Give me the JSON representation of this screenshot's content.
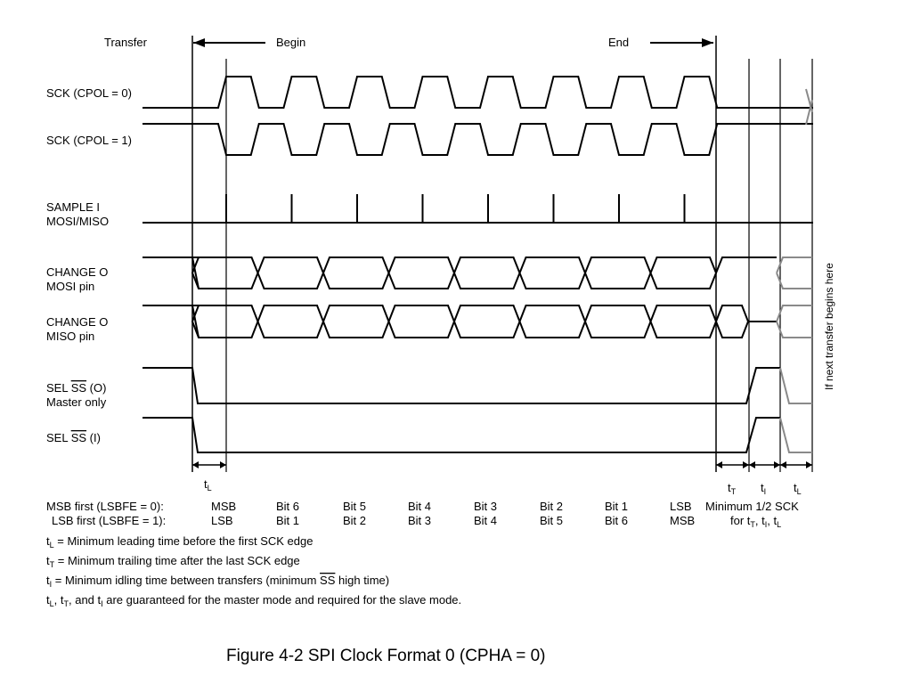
{
  "labels": {
    "transfer": "Transfer",
    "begin": "Begin",
    "end": "End",
    "sck_cpol0": "SCK (CPOL = 0)",
    "sck_cpol1": "SCK (CPOL = 1)",
    "sample_l1": "SAMPLE I",
    "sample_l2": "MOSI/MISO",
    "mosi_l1": "CHANGE O",
    "mosi_l2": "MOSI pin",
    "miso_l1": "CHANGE O",
    "miso_l2": "MISO pin",
    "selo_pre": "SEL ",
    "selo_ss": "SS",
    "selo_post": " (O)",
    "selo_l2": "Master only",
    "seli_pre": "SEL ",
    "seli_ss": "SS",
    "seli_post": " (I)",
    "next_transfer": "If next transfer begins here"
  },
  "timing": {
    "tL": {
      "sym": "t",
      "sub": "L"
    },
    "tT": {
      "sym": "t",
      "sub": "T"
    },
    "tI": {
      "sym": "t",
      "sub": "I"
    },
    "tL2": {
      "sym": "t",
      "sub": "L"
    }
  },
  "bit_order": {
    "msb_label": "MSB first (LSBFE = 0):",
    "lsb_label": "LSB first (LSBFE = 1):",
    "msb_bits": [
      "MSB",
      "Bit 6",
      "Bit 5",
      "Bit 4",
      "Bit 3",
      "Bit 2",
      "Bit 1",
      "LSB"
    ],
    "lsb_bits": [
      "LSB",
      "Bit 1",
      "Bit 2",
      "Bit 3",
      "Bit 4",
      "Bit 5",
      "Bit 6",
      "MSB"
    ],
    "min_line1": "Minimum 1/2 SCK",
    "min_line2_pre": "for t",
    "min_sub1": "T",
    "min_sep1": ", t",
    "min_sub2": "I",
    "min_sep2": ", t",
    "min_sub3": "L"
  },
  "notes": {
    "tL_sub": "L",
    "tL_text": " = Minimum leading time before the first SCK edge",
    "tT_sub": "T",
    "tT_text": " = Minimum trailing time after the last SCK edge",
    "tI_sub": "I",
    "tI_text": " = Minimum idling time between transfers (minimum ",
    "tI_ss": "SS",
    "tI_tail": " high time)",
    "last_pre_sub1": "L",
    "last_sep1": ", t",
    "last_sub2": "T",
    "last_sep2": ", and t",
    "last_sub3": "I",
    "last_text": " are guaranteed for the master mode and required for the slave mode.",
    "t": "t"
  },
  "caption": "Figure 4-2  SPI Clock Format 0 (CPHA = 0)",
  "colors": {
    "line": "#000000",
    "ghost": "#8a8a8a"
  }
}
